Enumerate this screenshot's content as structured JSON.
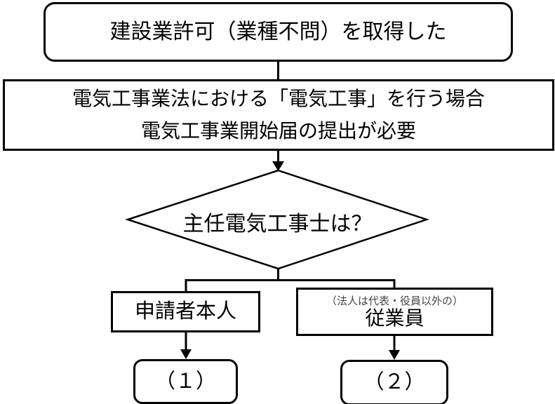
{
  "page": {
    "background": "#ffffff"
  },
  "colors": {
    "stroke": "#000000",
    "text": "#000000",
    "note_text": "#444444",
    "node_fill": "#ffffff"
  },
  "flowchart": {
    "type": "flowchart",
    "start": {
      "label": "建設業許可（業種不問）を取得した"
    },
    "process": {
      "line1": "電気工事業法における「電気工事」を行う場合",
      "line2": "電気工事業開始届の提出が必要"
    },
    "decision": {
      "label": "主任電気工事士は？"
    },
    "option_left": {
      "label": "申請者本人"
    },
    "option_right": {
      "note": "（法人は代表・役員以外の）",
      "label": "従業員"
    },
    "result_left": {
      "label": "（１）"
    },
    "result_right": {
      "label": "（２）"
    }
  }
}
